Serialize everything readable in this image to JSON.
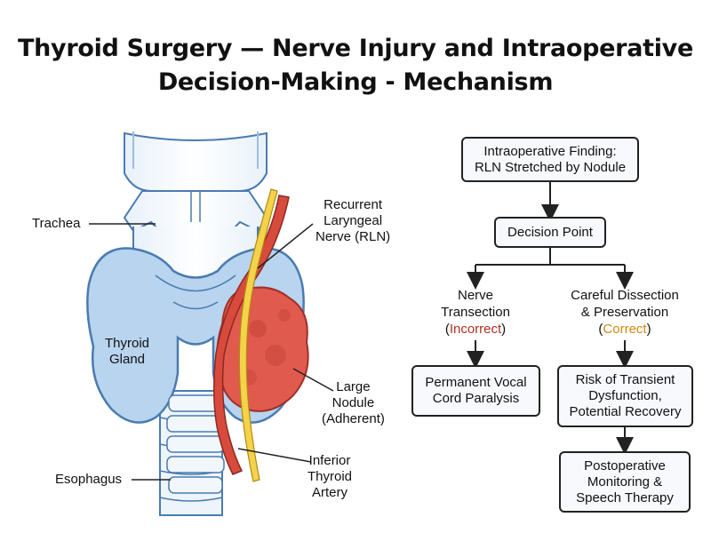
{
  "title": {
    "line1": "Thyroid Surgery — Nerve Injury and Intraoperative",
    "line2": "Decision-Making - Mechanism"
  },
  "anatomy_labels": {
    "trachea": "Trachea",
    "thyroid_gland": [
      "Thyroid",
      "Gland"
    ],
    "esophagus": "Esophagus",
    "rln": [
      "Recurrent",
      "Laryngeal",
      "Nerve (RLN)"
    ],
    "nodule": [
      "Large",
      "Nodule",
      "(Adherent)"
    ],
    "artery": [
      "Inferior",
      "Thyroid",
      "Artery"
    ]
  },
  "flowchart": {
    "finding": [
      "Intraoperative Finding:",
      "RLN Stretched by Nodule"
    ],
    "decision": "Decision Point",
    "left_branch": {
      "line1": "Nerve",
      "line2": "Transection",
      "paren_open": "(",
      "verdict": "Incorrect",
      "paren_close": ")"
    },
    "right_branch": {
      "line1": "Careful Dissection",
      "line2": "& Preservation",
      "paren_open": "(",
      "verdict": "Correct",
      "paren_close": ")"
    },
    "left_outcome": [
      "Permanent Vocal",
      "Cord Paralysis"
    ],
    "right_outcome": [
      "Risk of Transient",
      "Dysfunction,",
      "Potential Recovery"
    ],
    "final": [
      "Postoperative",
      "Monitoring &",
      "Speech Therapy"
    ]
  },
  "colors": {
    "thyroid_fill": "#b8d4ee",
    "thyroid_stroke": "#4a7bb0",
    "nodule_fill": "#e05a4e",
    "artery_fill": "#d84a3c",
    "nerve_fill": "#f4d24a",
    "incorrect": "#b03020",
    "correct": "#d08a10"
  }
}
